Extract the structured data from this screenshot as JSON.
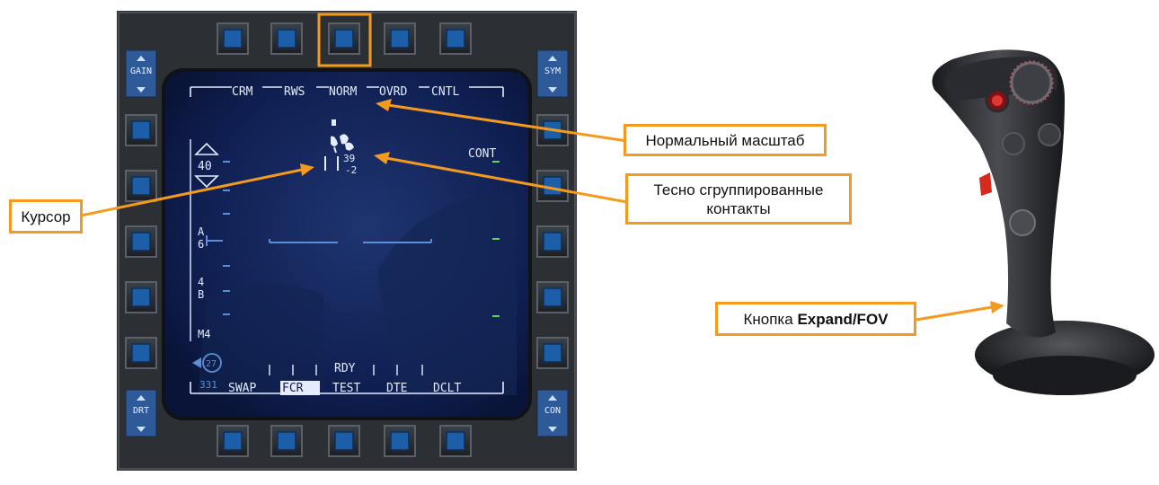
{
  "mfd": {
    "top_labels": [
      "CRM",
      "RWS",
      "NORM",
      "OVRD",
      "CNTL"
    ],
    "bottom_labels": [
      "SWAP",
      "FCR",
      "TEST",
      "DTE",
      "DCLT"
    ],
    "rocker_labels": [
      "GAIN",
      "SYM",
      "DRT",
      "CON"
    ],
    "range_value": "40",
    "azimuth_value": "A\n6",
    "bar_value": "4\nB",
    "mode_value": "M4",
    "heading_value": "27",
    "bottom_left_value": "331",
    "status_text": "RDY",
    "cont_label": "CONT",
    "contact_altitude_top": "39",
    "contact_altitude_bottom": "-2"
  },
  "callouts": {
    "normal_scale": "Нормальный масштаб",
    "grouped_contacts_line1": "Тесно сгруппированные",
    "grouped_contacts_line2": "контакты",
    "cursor": "Курсор",
    "expand_prefix": "Кнопка ",
    "expand_bold": "Expand/FOV"
  },
  "colors": {
    "accent": "#f39a1f",
    "screen_bg": "#0d1a4a",
    "symbology": "#e6ecff",
    "scope_blue": "#5a8fd8",
    "scope_green": "#5fd35f"
  }
}
